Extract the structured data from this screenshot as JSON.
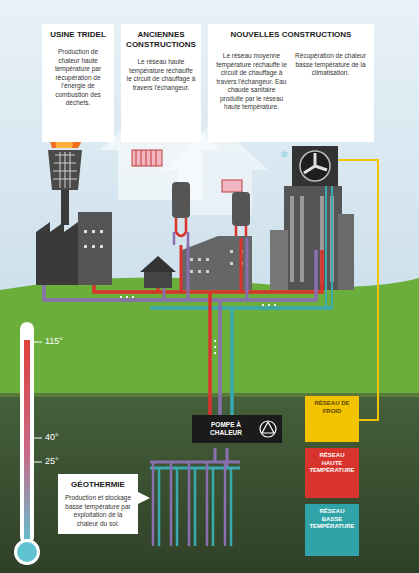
{
  "diagram": {
    "nodes": [
      {
        "text": [
          "USINE TRIDEL",
          "Production de chaleur haute température par récupération de l'énergie de combustion des déchets."
        ]
      },
      {
        "text": [
          "ANCIENNES CONSTRUCTIONS",
          "Le réseau haute température réchauffe le circuit de chauffage à travers l'échangeur."
        ]
      },
      {
        "text": [
          "NOUVELLES CONSTRUCTIONS"
        ]
      },
      {
        "text": [
          "Le réseau moyenne température réchauffe le circuit de chauffage à travers l'échangeur. Eau chaude sanitaire produite par le réseau haute température."
        ],
        "in": 2
      },
      {
        "text": [
          "Récupération de chaleur basse température de la climatisation."
        ],
        "in": 2
      },
      {
        "text": [
          "POMPE À CHALEUR"
        ]
      },
      {
        "text": [
          "GÉOTHERMIE",
          "Production et stockage basse température par exploitation de la chaleur du sol."
        ]
      }
    ],
    "labels": [
      "115°",
      "40°",
      "25°"
    ],
    "legend": [
      {
        "text": "RÉSEAU DE FROID",
        "color": "#f2c400"
      },
      {
        "text": "RÉSEAU HAUTE TEMPÉRATURE",
        "color": "#d9342b"
      },
      {
        "text": "RÉSEAU BASSE TEMPÉRATURE",
        "color": "#2fa3a8"
      }
    ]
  }
}
